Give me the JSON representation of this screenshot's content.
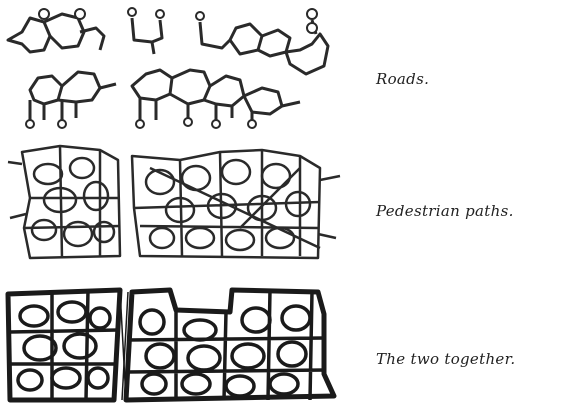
{
  "figure": {
    "captions": {
      "roads": "Roads.",
      "paths": "Pedestrian paths.",
      "together": "The two together."
    },
    "ink_color": "#2a2a2a"
  }
}
